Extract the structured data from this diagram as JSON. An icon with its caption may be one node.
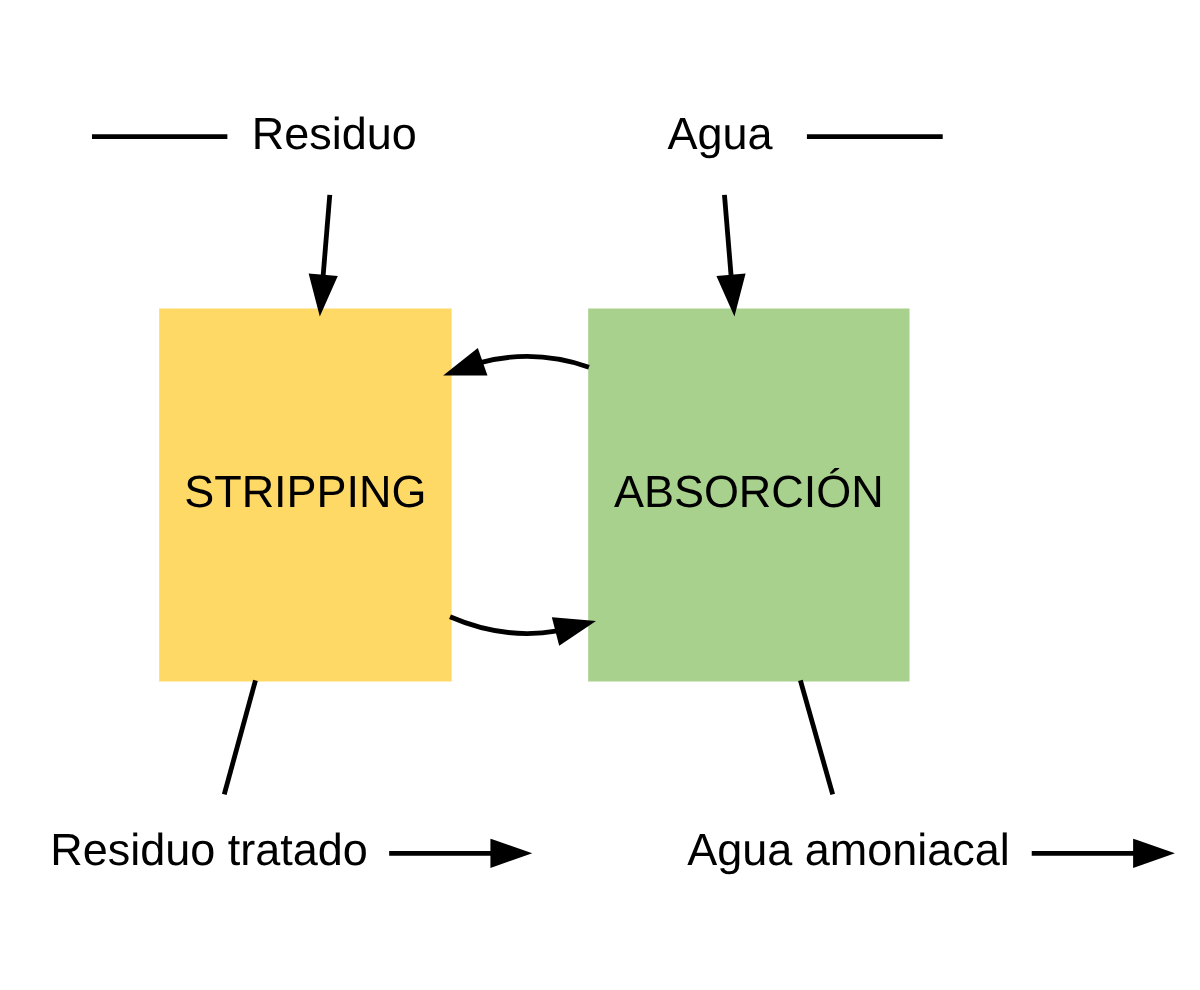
{
  "diagram": {
    "nodes": [
      {
        "text": [
          "Residuo"
        ]
      },
      {
        "text": [
          "Agua"
        ]
      },
      {
        "text": [
          "STRIPPING"
        ]
      },
      {
        "text": [
          "ABSORCIÓN"
        ]
      },
      {
        "text": [
          "Agua amoniacal"
        ]
      },
      {
        "text": [
          "Residuo tratado"
        ]
      }
    ],
    "edges": [
      {
        "from": null,
        "to": 0,
        "arrow": "none"
      },
      {
        "from": 0,
        "to": 2,
        "arrow": "to"
      },
      {
        "from": 1,
        "to": null,
        "arrow": "none"
      },
      {
        "from": 1,
        "to": 3,
        "arrow": "to"
      },
      {
        "from": 2,
        "to": 3,
        "arrow": "to"
      },
      {
        "from": 3,
        "to": 2,
        "arrow": "to"
      },
      {
        "from": 3,
        "to": 4,
        "arrow": "none"
      },
      {
        "from": 4,
        "to": null,
        "arrow": "to"
      },
      {
        "from": 2,
        "to": 5,
        "arrow": "none"
      },
      {
        "from": 5,
        "to": null,
        "arrow": "to"
      }
    ]
  }
}
